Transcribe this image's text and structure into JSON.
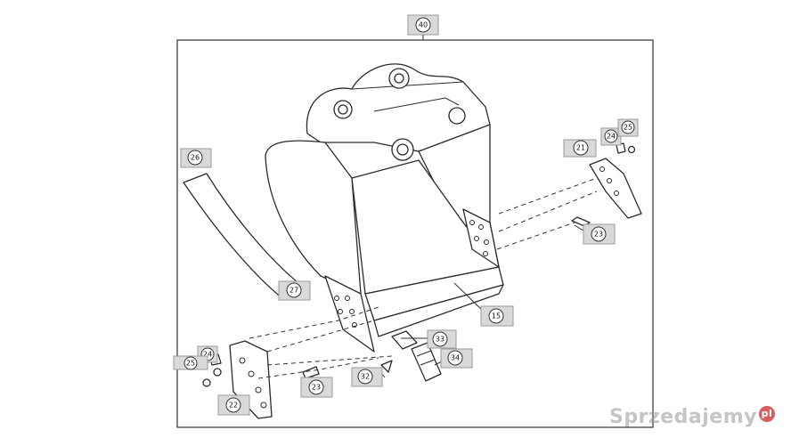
{
  "diagram": {
    "frame_label": "40",
    "callouts": {
      "c15": "15",
      "c21": "21",
      "c22": "22",
      "c23a": "23",
      "c23b": "23",
      "c24a": "24",
      "c24b": "24",
      "c25a": "25",
      "c25b": "25",
      "c26": "26",
      "c27": "27",
      "c32": "32",
      "c33": "33",
      "c34": "34"
    }
  },
  "watermark": {
    "text": "Sprzedajemy",
    "suffix": "pl"
  }
}
